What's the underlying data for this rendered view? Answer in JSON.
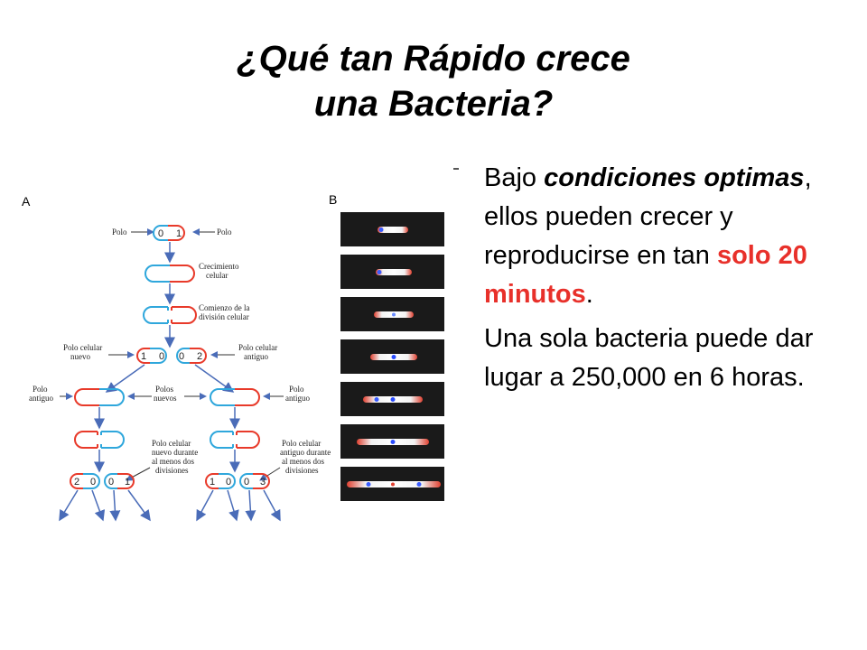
{
  "slide": {
    "title_line1": "¿Qué tan Rápido crece",
    "title_line2": "una Bacteria?"
  },
  "figure": {
    "panel_a": "A",
    "panel_b": "B",
    "labels": {
      "polo": "Polo",
      "crecimiento": [
        "Crecimiento",
        "celular"
      ],
      "comienzo": [
        "Comienzo de la",
        "división celular"
      ],
      "polo_nuevo": [
        "Polo celular",
        "nuevo"
      ],
      "polo_antiguo": [
        "Polo celular",
        "antiguo"
      ],
      "polo_antiguo_short": [
        "Polo",
        "antiguo"
      ],
      "polos_nuevos": [
        "Polos",
        "nuevos"
      ],
      "nuevo_durante": [
        "Polo celular",
        "nuevo durante",
        "al menos dos",
        "divisiones"
      ],
      "antiguo_durante": [
        "Polo celular",
        "antiguo durante",
        "al menos dos",
        "divisiones"
      ]
    },
    "cell1": [
      "0",
      "1"
    ],
    "cell_split": [
      "1",
      "0",
      "0",
      "2"
    ],
    "cells_final": [
      "2",
      "0",
      "0",
      "1",
      "1",
      "0",
      "0",
      "3"
    ],
    "colors": {
      "old_pole": "#e83a2a",
      "new_pole": "#2fa7dc",
      "arrow": "#4a6cb8"
    }
  },
  "text": {
    "p1_a": "Bajo ",
    "p1_b": "condiciones optimas",
    "p1_c": ", ellos pueden crecer y reproducirse en tan ",
    "p1_d": "solo 20 minutos",
    "p1_e": ".",
    "p2": "Una sola bacteria puede dar lugar a 250,000 en 6 horas."
  }
}
